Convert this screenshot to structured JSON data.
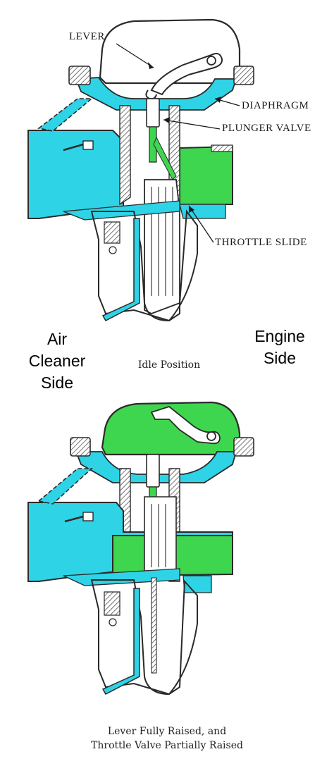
{
  "colors": {
    "air": "#2ed3e6",
    "engine": "#3fd64f",
    "outline": "#2a2a2a",
    "hatch": "#3b3b3b"
  },
  "labels": {
    "lever": "LEVER",
    "diaphragm": "DIAPHRAGM",
    "plunger_valve": "PLUNGER VALVE",
    "throttle_slide": "THROTTLE SLIDE"
  },
  "sides": {
    "air_cleaner": [
      "Air",
      "Cleaner",
      "Side"
    ],
    "engine": [
      "Engine",
      "Side"
    ]
  },
  "captions": {
    "top": "Idle Position",
    "bottom_line1": "Lever Fully Raised, and",
    "bottom_line2": "Throttle Valve Partially Raised"
  }
}
